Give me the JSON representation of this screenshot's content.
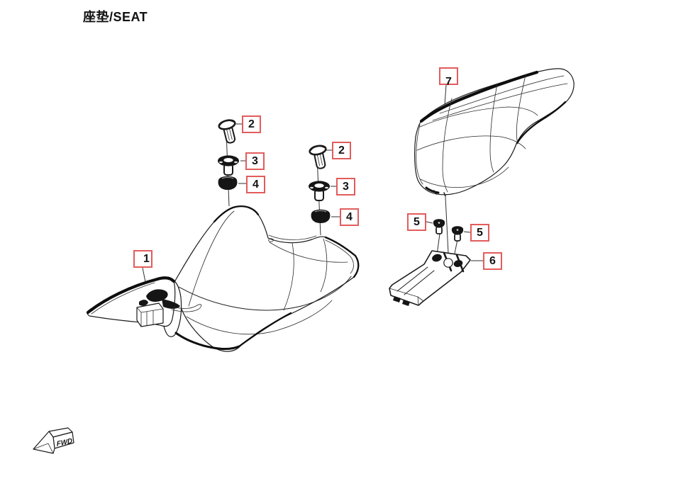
{
  "title": "座垫/SEAT",
  "direction_indicator": {
    "label": "FWD"
  },
  "callouts": [
    {
      "number": "1"
    },
    {
      "number": "2"
    },
    {
      "number": "3"
    },
    {
      "number": "4"
    },
    {
      "number": "2"
    },
    {
      "number": "3"
    },
    {
      "number": "4"
    },
    {
      "number": "5"
    },
    {
      "number": "5"
    },
    {
      "number": "6"
    },
    {
      "number": "7"
    }
  ],
  "colors": {
    "callout_border": "#e25c5c",
    "line_art": "#1b1b1b",
    "background": "#ffffff"
  }
}
